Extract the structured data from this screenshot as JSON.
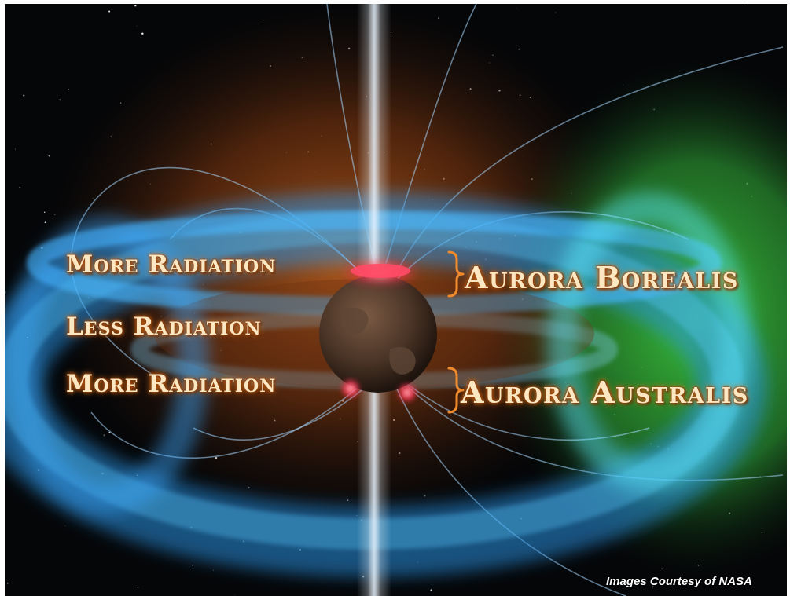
{
  "labels": {
    "more_radiation_top": "More Radiation",
    "less_radiation": "Less Radiation",
    "more_radiation_bottom": "More Radiation",
    "aurora_borealis": "Aurora Borealis",
    "aurora_australis": "Aurora Australis"
  },
  "credit": "Images Courtesy of NASA",
  "colors": {
    "space": "#050608",
    "radiation_belt": "#3ab4ff",
    "solar_glow_orange": "#c8641e",
    "solar_wind_green": "#3cc83c",
    "aurora_red": "#ff3050",
    "bracket": "#f08a2a",
    "label_text": "#fbe7c2"
  },
  "icons": [
    "earth-icon",
    "aurora-glow-icon",
    "field-line-icon"
  ]
}
